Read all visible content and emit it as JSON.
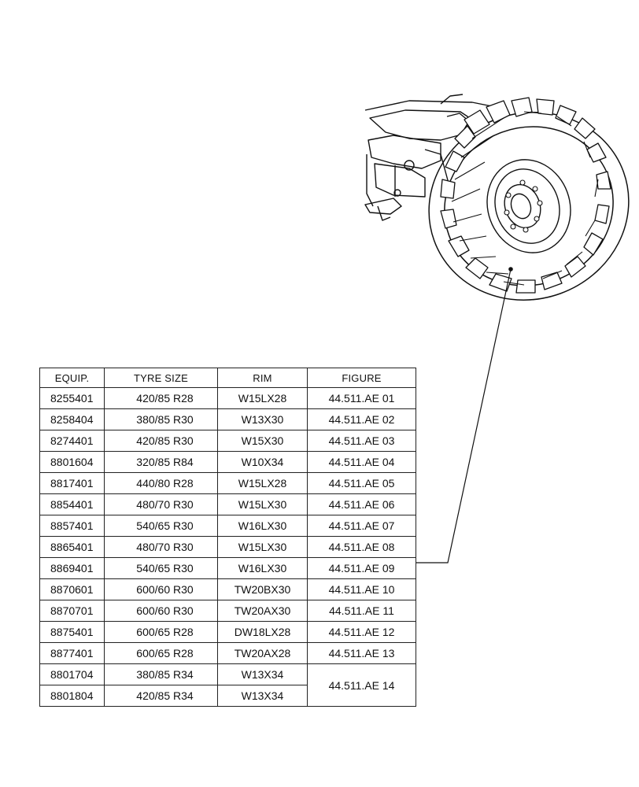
{
  "table": {
    "headers": {
      "equip": "EQUIP.",
      "tyre_size": "TYRE SIZE",
      "rim": "RIM",
      "figure": "FIGURE"
    },
    "rows": [
      {
        "equip": "8255401",
        "tyre_size": "420/85 R28",
        "rim": "W15LX28",
        "figure": "44.511.AE 01"
      },
      {
        "equip": "8258404",
        "tyre_size": "380/85 R30",
        "rim": "W13X30",
        "figure": "44.511.AE 02"
      },
      {
        "equip": "8274401",
        "tyre_size": "420/85 R30",
        "rim": "W15X30",
        "figure": "44.511.AE 03"
      },
      {
        "equip": "8801604",
        "tyre_size": "320/85 R84",
        "rim": "W10X34",
        "figure": "44.511.AE 04"
      },
      {
        "equip": "8817401",
        "tyre_size": "440/80 R28",
        "rim": "W15LX28",
        "figure": "44.511.AE 05"
      },
      {
        "equip": "8854401",
        "tyre_size": "480/70 R30",
        "rim": "W15LX30",
        "figure": "44.511.AE 06"
      },
      {
        "equip": "8857401",
        "tyre_size": "540/65 R30",
        "rim": "W16LX30",
        "figure": "44.511.AE 07"
      },
      {
        "equip": "8865401",
        "tyre_size": "480/70 R30",
        "rim": "W15LX30",
        "figure": "44.511.AE 08"
      },
      {
        "equip": "8869401",
        "tyre_size": "540/65 R30",
        "rim": "W16LX30",
        "figure": "44.511.AE 09"
      },
      {
        "equip": "8870601",
        "tyre_size": "600/60 R30",
        "rim": "TW20BX30",
        "figure": "44.511.AE 10"
      },
      {
        "equip": "8870701",
        "tyre_size": "600/60 R30",
        "rim": "TW20AX30",
        "figure": "44.511.AE 11"
      },
      {
        "equip": "8875401",
        "tyre_size": "600/65 R28",
        "rim": "DW18LX28",
        "figure": "44.511.AE 12"
      },
      {
        "equip": "8877401",
        "tyre_size": "600/65 R28",
        "rim": "TW20AX28",
        "figure": "44.511.AE 13"
      },
      {
        "equip": "8801704",
        "tyre_size": "380/85 R34",
        "rim": "W13X34",
        "figure": "44.511.AE 14"
      },
      {
        "equip": "8801804",
        "tyre_size": "420/85 R34",
        "rim": "W13X34"
      }
    ]
  },
  "illustration": {
    "subject": "tractor-rear-wheel",
    "line_color": "#111111"
  }
}
